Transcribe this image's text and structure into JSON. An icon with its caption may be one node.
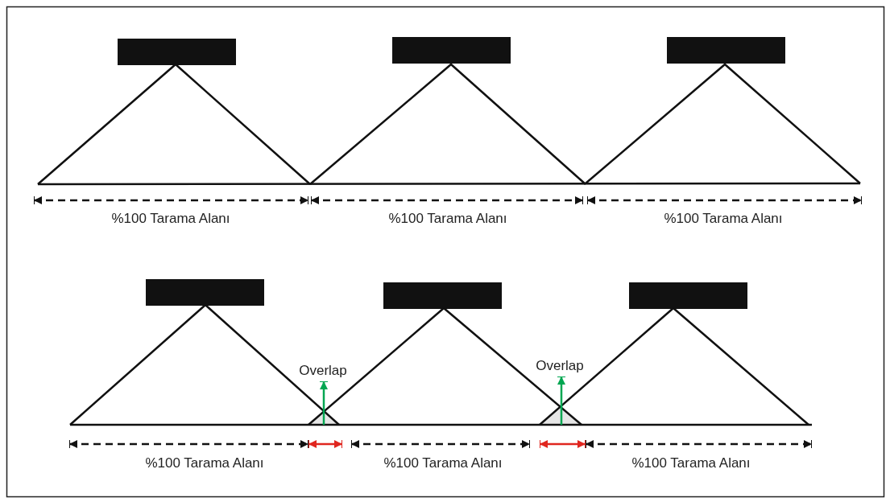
{
  "diagram": {
    "nodes": [
      {
        "text": [
          "Overlap"
        ]
      },
      {
        "text": [],
        "shape": "triangle"
      },
      {
        "text": [
          "Overlap"
        ]
      },
      {
        "text": [],
        "shape": "triangle"
      }
    ],
    "edges": [
      {
        "from": 1,
        "to": 0,
        "arrow": "to",
        "color": "#00a651"
      },
      {
        "from": 3,
        "to": 2,
        "arrow": "to",
        "color": "#00a651"
      }
    ],
    "labels": [
      "%100 Tarama Alanı",
      "%100 Tarama Alanı",
      "%100 Tarama Alanı",
      "%100 Tarama Alanı",
      "%100 Tarama Alanı",
      "%100 Tarama Alanı"
    ]
  }
}
